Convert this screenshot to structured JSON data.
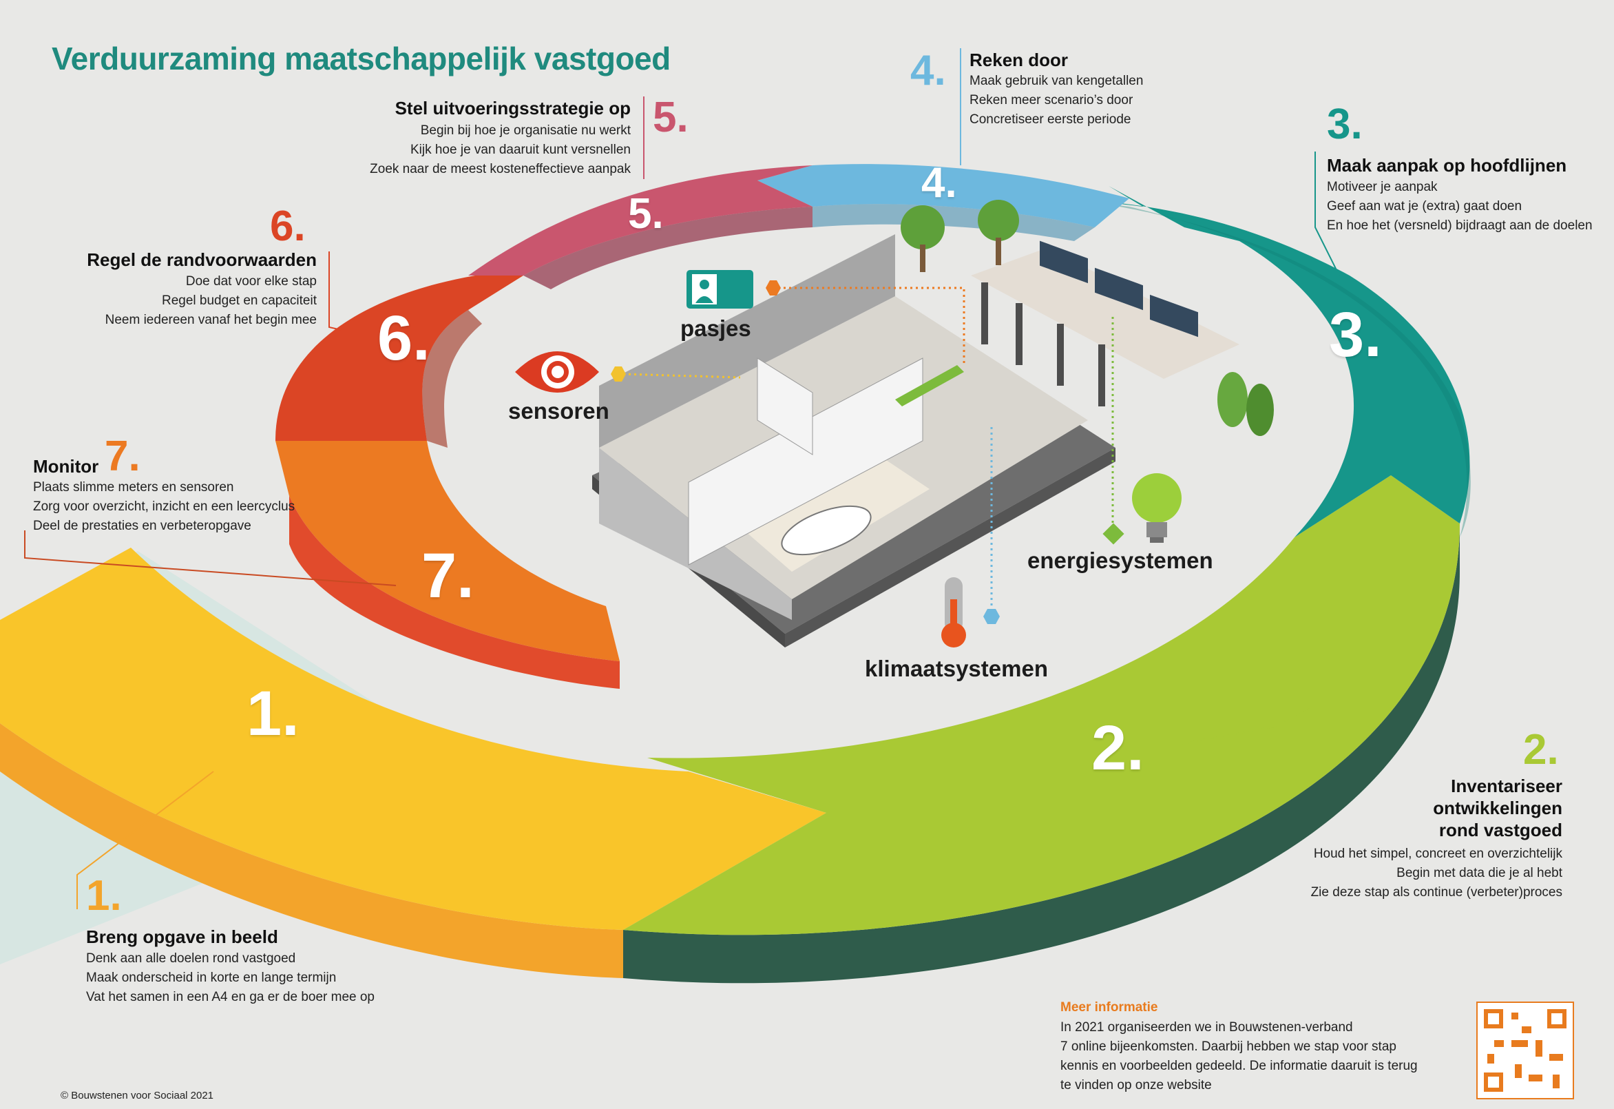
{
  "title": "Verduurzaming maatschappelijk vastgoed",
  "colors": {
    "title": "#1f8a7e",
    "step1": "#f9c52a",
    "step2": "#a9c934",
    "step3": "#16968a",
    "step4": "#6db8de",
    "step5": "#c9566e",
    "step6": "#db4525",
    "step7": "#ec7a22"
  },
  "steps": [
    {
      "number": "1.",
      "ring": "1.",
      "title": "Breng opgave in beeld",
      "lines": [
        "Denk aan alle doelen rond vastgoed",
        "Maak onderscheid in korte en lange termijn",
        "Vat het samen in een A4 en ga er de boer mee op"
      ]
    },
    {
      "number": "2.",
      "ring": "2.",
      "title_lines": [
        "Inventariseer",
        "ontwikkelingen",
        "rond vastgoed"
      ],
      "lines": [
        "Houd het simpel, concreet en overzichtelijk",
        "Begin met data die je al hebt",
        "Zie deze stap als continue (verbeter)proces"
      ]
    },
    {
      "number": "3.",
      "ring": "3.",
      "title": "Maak aanpak op hoofdlijnen",
      "lines": [
        "Motiveer je aanpak",
        "Geef aan wat je (extra) gaat doen",
        "En hoe het (versneld) bijdraagt aan de doelen"
      ]
    },
    {
      "number": "4.",
      "ring": "4.",
      "title": "Reken door",
      "lines": [
        "Maak gebruik van kengetallen",
        "Reken meer scenario’s door",
        "Concretiseer eerste periode"
      ]
    },
    {
      "number": "5.",
      "ring": "5.",
      "title": "Stel uitvoeringsstrategie op",
      "lines": [
        "Begin bij hoe je organisatie nu werkt",
        "Kijk hoe je van daaruit kunt versnellen",
        "Zoek naar de meest kosteneffectieve aanpak"
      ]
    },
    {
      "number": "6.",
      "ring": "6.",
      "title": "Regel de randvoorwaarden",
      "lines": [
        "Doe dat voor elke stap",
        "Regel budget en capaciteit",
        "Neem iedereen vanaf het begin mee"
      ]
    },
    {
      "number": "7.",
      "ring": "7.",
      "title": "Monitor",
      "lines": [
        "Plaats slimme meters en sensoren",
        "Zorg voor overzicht, inzicht en een leercyclus",
        "Deel de prestaties en verbeteropgave"
      ]
    }
  ],
  "icons": {
    "pasjes": "pasjes",
    "sensoren": "sensoren",
    "energiesystemen": "energiesystemen",
    "klimaatsystemen": "klimaatsystemen"
  },
  "info": {
    "title": "Meer informatie",
    "lines": [
      "In 2021 organiseerden we in Bouwstenen-verband",
      "7 online bijeenkomsten. Daarbij hebben we stap voor stap",
      "kennis en voorbeelden gedeeld. De informatie daaruit is terug",
      "te vinden op onze website"
    ]
  },
  "copyright": "© Bouwstenen voor Sociaal 2021"
}
